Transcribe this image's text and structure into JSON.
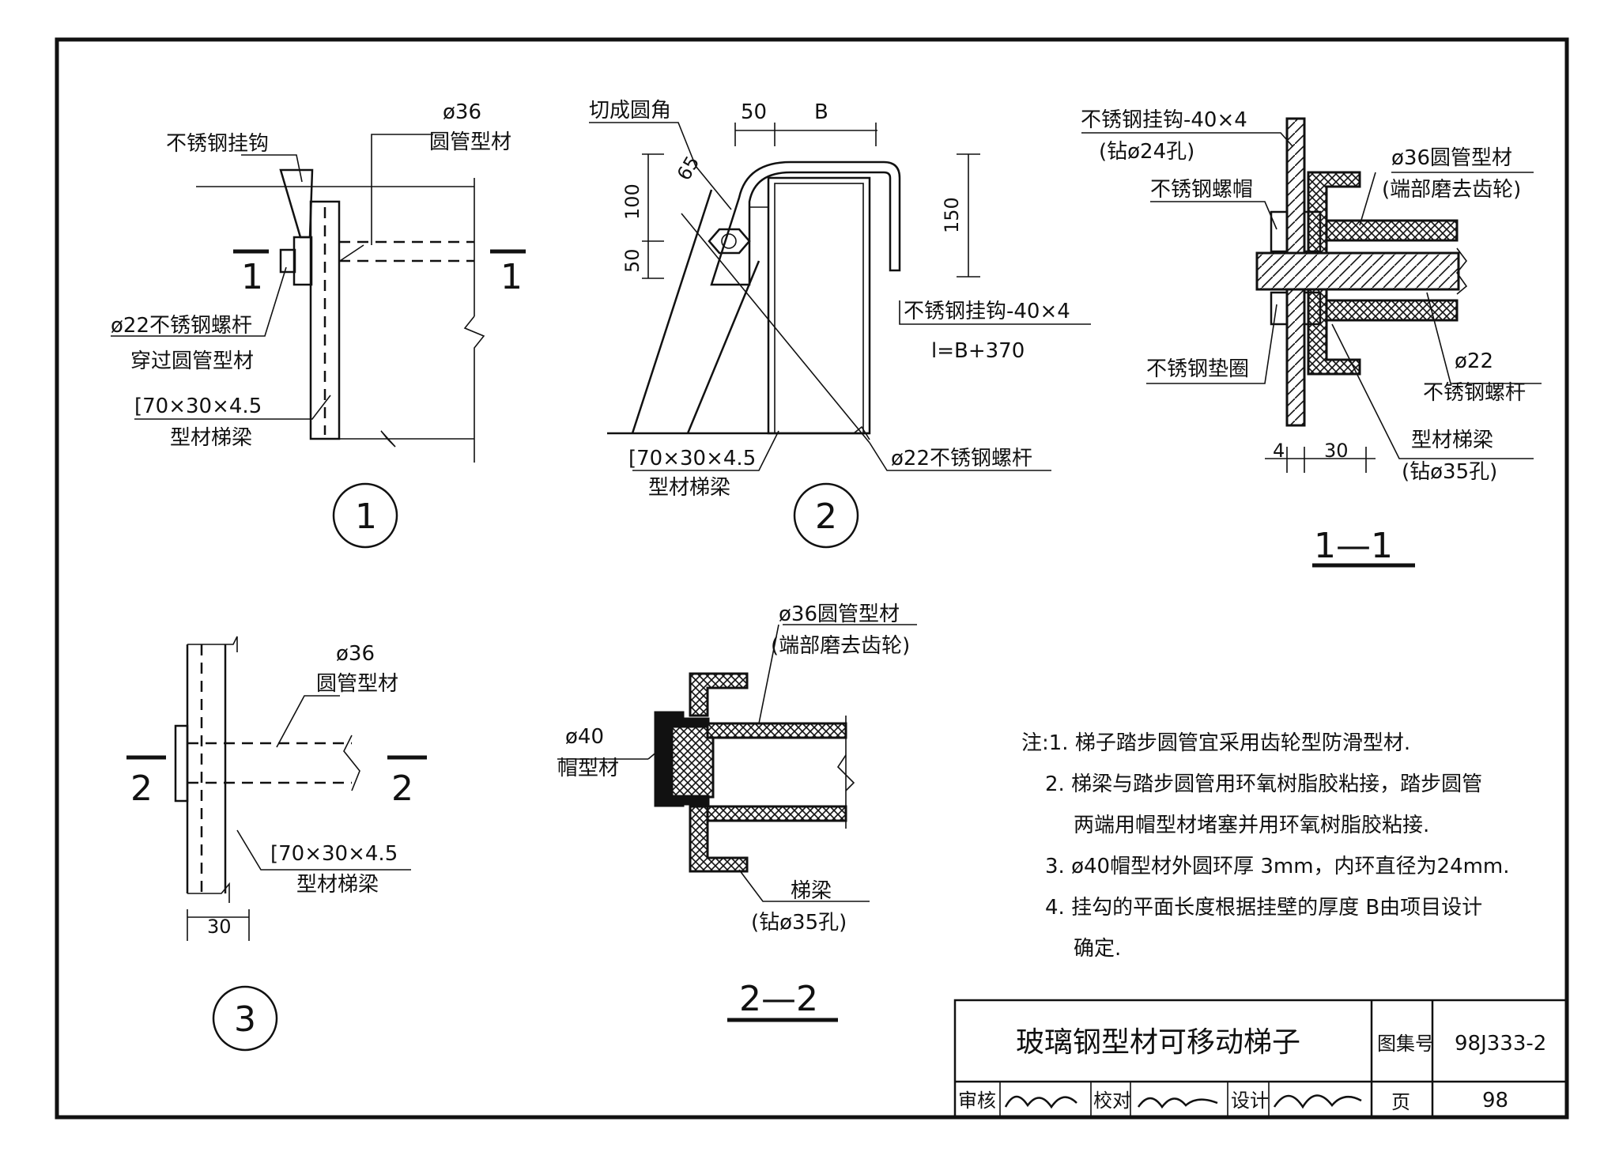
{
  "detail1": {
    "hook": "不锈钢挂钩",
    "pipe_dia": "ø36",
    "pipe": "圆管型材",
    "bolt1": "ø22不锈钢螺杆",
    "bolt2": "穿过圆管型材",
    "beam_size": "[70×30×4.5",
    "beam": "型材梯梁",
    "cut": "1",
    "index": "1"
  },
  "detail2": {
    "round_corner": "切成圆角",
    "dim_50": "50",
    "dim_B": "B",
    "dim_65": "65",
    "dim_100": "100",
    "dim_50b": "50",
    "dim_150": "150",
    "hook": "不锈钢挂钩-40×4",
    "hook_len": "l=B+370",
    "beam_size": "[70×30×4.5",
    "beam": "型材梯梁",
    "bolt": "ø22不锈钢螺杆",
    "index": "2"
  },
  "section11": {
    "hook": "不锈钢挂钩-40×4",
    "hook_drill": "(钻ø24孔)",
    "pipe": "ø36圆管型材",
    "pipe_note": "(端部磨去齿轮)",
    "nut": "不锈钢螺帽",
    "washer": "不锈钢垫圈",
    "bolt_dia": "ø22",
    "bolt": "不锈钢螺杆",
    "beam": "型材梯梁",
    "beam_drill": "(钻ø35孔)",
    "dim_4": "4",
    "dim_30": "30",
    "title": "1—1"
  },
  "detail3": {
    "pipe_dia": "ø36",
    "pipe": "圆管型材",
    "beam_size": "[70×30×4.5",
    "beam": "型材梯梁",
    "dim_30": "30",
    "cut": "2",
    "index": "3"
  },
  "section22": {
    "pipe": "ø36圆管型材",
    "pipe_note": "(端部磨去齿轮)",
    "cap_dia": "ø40",
    "cap": "帽型材",
    "beam": "梯梁",
    "beam_drill": "(钻ø35孔)",
    "title": "2—2"
  },
  "notes": [
    "注:1. 梯子踏步圆管宜采用齿轮型防滑型材.",
    "2. 梯梁与踏步圆管用环氧树脂胶粘接，踏步圆管",
    "两端用帽型材堵塞并用环氧树脂胶粘接.",
    "3. ø40帽型材外圆环厚 3mm，内环直径为24mm.",
    "4. 挂勾的平面长度根据挂壁的厚度 B由项目设计",
    "确定."
  ],
  "titleblock": {
    "title": "玻璃钢型材可移动梯子",
    "atlas_label": "图集号",
    "atlas_no": "98J333-2",
    "review": "审核",
    "check": "校对",
    "design": "设计",
    "page_label": "页",
    "page_no": "98"
  }
}
